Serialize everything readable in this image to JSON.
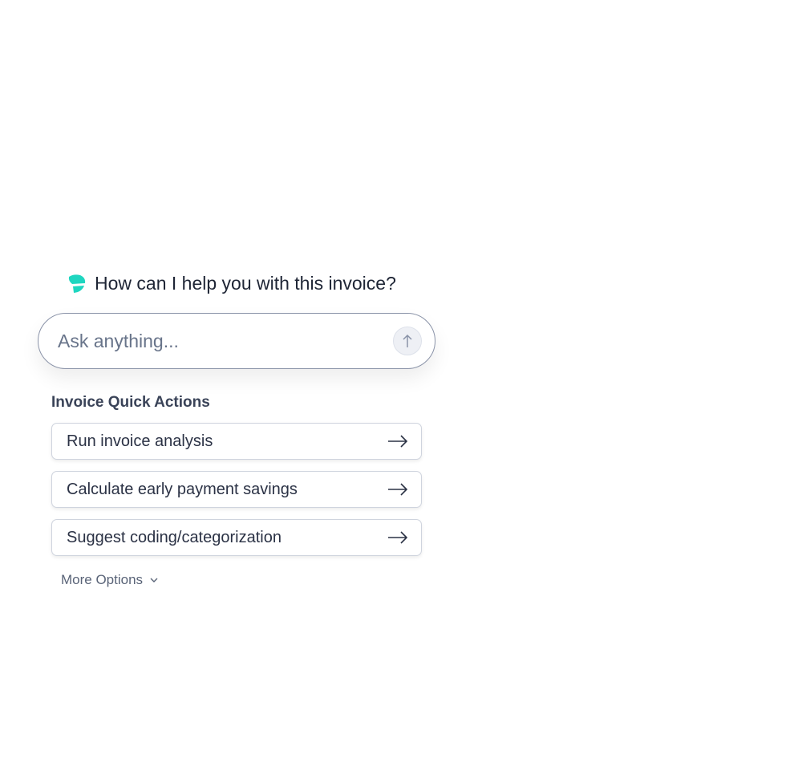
{
  "greeting": "How can I help you with this invoice?",
  "input": {
    "placeholder": "Ask anything...",
    "value": ""
  },
  "quick_actions": {
    "title": "Invoice Quick Actions",
    "items": [
      {
        "label": "Run invoice analysis"
      },
      {
        "label": "Calculate early payment savings"
      },
      {
        "label": "Suggest coding/categorization"
      }
    ]
  },
  "more_options": "More Options",
  "colors": {
    "accent": "#1fd6c0"
  }
}
